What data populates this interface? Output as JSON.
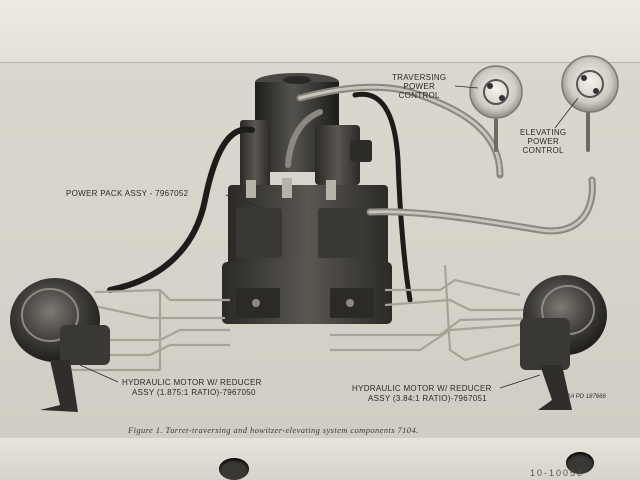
{
  "callouts": {
    "traversing": "TRAVERSING\nPOWER\nCONTROL",
    "elevating": "ELEVATING\nPOWER\nCONTROL",
    "power_pack": "POWER PACK ASSY - 7967052",
    "motor_left_line1": "HYDRAULIC MOTOR W/ REDUCER",
    "motor_left_line2": "ASSY (1.875:1 RATIO)-7967050",
    "motor_right_line1": "HYDRAULIC MOTOR W/ REDUCER",
    "motor_right_line2": "ASSY (3.84:1 RATIO)-7967051"
  },
  "ra_tag": "RA PD 187666",
  "caption": "Figure 1.  Turret-traversing and howitzer-elevating system components 7104.",
  "scrawl": "10-10053"
}
